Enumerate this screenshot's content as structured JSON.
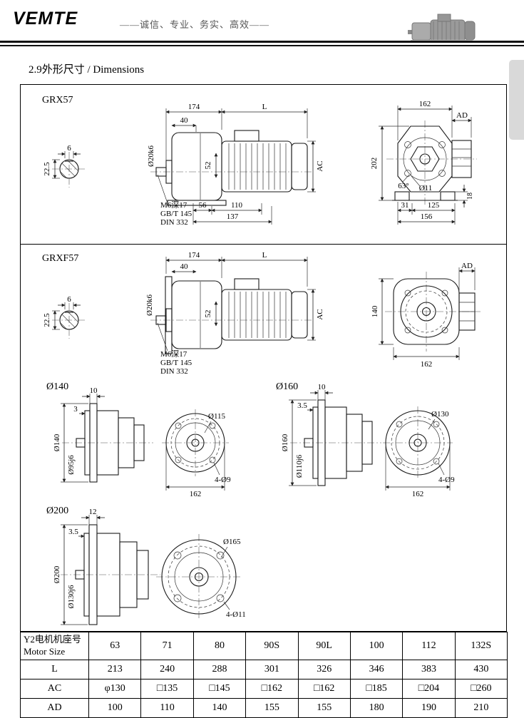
{
  "header": {
    "logo": "VEMTE",
    "slogan": "——诚信、专业、务实、高效——"
  },
  "page": {
    "title": "2.9外形尺寸 / Dimensions"
  },
  "sections": {
    "grx57": {
      "label": "GRX57",
      "shaft_section": {
        "key_width": "6",
        "depth": "22.5"
      },
      "side": {
        "len_front": "174",
        "len_motor": "L",
        "dim_40": "40",
        "shaft_dia": "Ø20k6",
        "dim_52": "52",
        "motor_dia": "AC",
        "note1": "M6深17",
        "note2": "GB/T 145",
        "note3": "DIN 332",
        "dim_56": "56",
        "dim_110": "110",
        "dim_137": "137"
      },
      "front": {
        "width": "162",
        "motor_width": "AD",
        "height": "202",
        "angle": "63°",
        "hole_dia": "Ø11",
        "dim_31": "31",
        "dim_125": "125",
        "dim_156": "156",
        "foot_h": "18"
      }
    },
    "grxf57": {
      "label": "GRXF57",
      "shaft_section": {
        "key_width": "6",
        "depth": "22.5"
      },
      "side": {
        "len_front": "174",
        "len_motor": "L",
        "dim_40": "40",
        "shaft_dia": "Ø20k6",
        "dim_52": "52",
        "motor_dia": "AC",
        "note1": "M6深17",
        "note2": "GB/T 145",
        "note3": "DIN 332"
      },
      "front": {
        "motor_width": "AD",
        "height": "140",
        "width": "162"
      }
    },
    "flange140": {
      "label": "Ø140",
      "plate": "10",
      "spigot_depth": "3",
      "outer": "Ø140",
      "spigot": "Ø95j6",
      "bolt_circle": "Ø115",
      "width": "162",
      "holes": "4-Ø9"
    },
    "flange160": {
      "label": "Ø160",
      "plate": "10",
      "spigot_depth": "3.5",
      "outer": "Ø160",
      "spigot": "Ø110j6",
      "bolt_circle": "Ø130",
      "width": "162",
      "holes": "4-Ø9"
    },
    "flange200": {
      "label": "Ø200",
      "plate": "12",
      "spigot_depth": "3.5",
      "outer": "Ø200",
      "spigot": "Ø130j6",
      "bolt_circle": "Ø165",
      "holes": "4-Ø11"
    }
  },
  "table": {
    "header_zh": "Y2电机机座号",
    "header_en": "Motor Size",
    "columns": [
      "63",
      "71",
      "80",
      "90S",
      "90L",
      "100",
      "112",
      "132S"
    ],
    "rows": [
      {
        "label": "L",
        "values": [
          "213",
          "240",
          "288",
          "301",
          "326",
          "346",
          "383",
          "430"
        ]
      },
      {
        "label": "AC",
        "values": [
          "φ130",
          "□135",
          "□145",
          "□162",
          "□162",
          "□185",
          "□204",
          "□260"
        ]
      },
      {
        "label": "AD",
        "values": [
          "100",
          "110",
          "140",
          "155",
          "155",
          "180",
          "190",
          "210"
        ]
      }
    ]
  }
}
